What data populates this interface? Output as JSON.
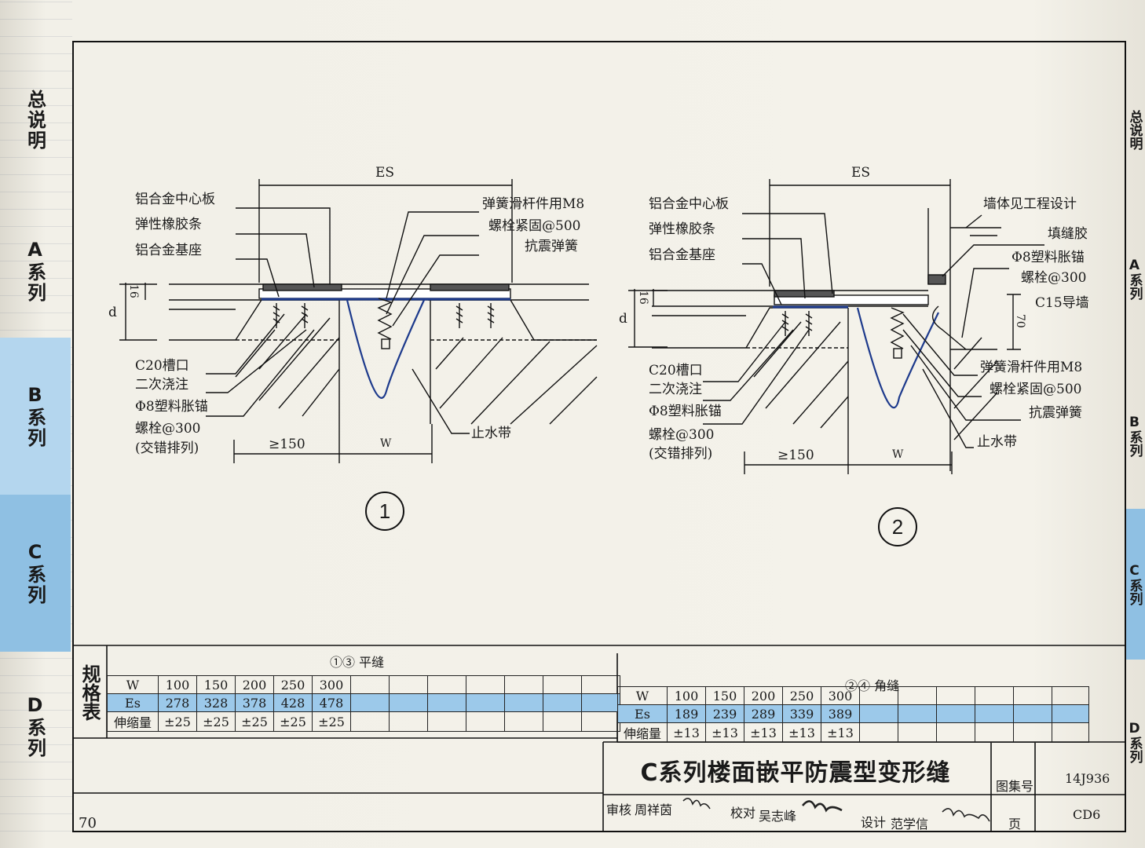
{
  "side_tabs_left": [
    {
      "label": "总说明"
    },
    {
      "label": "A系列"
    },
    {
      "label": "B系列"
    },
    {
      "label": "C系列"
    },
    {
      "label": "D系列"
    }
  ],
  "side_tabs_right": [
    {
      "label": "总说明"
    },
    {
      "label": "A系列"
    },
    {
      "label": "B系列"
    },
    {
      "label": "C系列"
    },
    {
      "label": "D系列"
    }
  ],
  "detail1": {
    "number": "1",
    "dim_top": "ES",
    "dim_16": "16",
    "dim_d": "d",
    "dim_150": "≥150",
    "dim_w": "W",
    "labels_left": [
      "铝合金中心板",
      "弹性橡胶条",
      "铝合金基座",
      "C20槽口",
      "二次浇注",
      "Φ8塑料胀锚",
      "螺栓@300",
      "(交错排列)"
    ],
    "labels_right": [
      "弹簧滑杆件用M8",
      "螺栓紧固@500",
      "抗震弹簧",
      "止水带"
    ]
  },
  "detail2": {
    "number": "2",
    "dim_top": "ES",
    "dim_16": "16",
    "dim_d": "d",
    "dim_150": "≥150",
    "dim_w": "W",
    "dim_70": "70",
    "labels_left": [
      "铝合金中心板",
      "弹性橡胶条",
      "铝合金基座",
      "C20槽口",
      "二次浇注",
      "Φ8塑料胀锚",
      "螺栓@300",
      "(交错排列)"
    ],
    "labels_right": [
      "墙体见工程设计",
      "填缝胶",
      "Φ8塑料胀锚",
      "螺栓@300",
      "C15导墙",
      "弹簧滑杆件用M8",
      "螺栓紧固@500",
      "抗震弹簧",
      "止水带"
    ]
  },
  "spec_table": {
    "heading": "规格表",
    "flat": {
      "title": "①③ 平缝",
      "row_w": [
        "W",
        "100",
        "150",
        "200",
        "250",
        "300"
      ],
      "row_es": [
        "Es",
        "278",
        "328",
        "378",
        "428",
        "478"
      ],
      "row_exp": [
        "伸缩量",
        "±25",
        "±25",
        "±25",
        "±25",
        "±25"
      ]
    },
    "corner": {
      "title": "②④ 角缝",
      "row_w": [
        "W",
        "100",
        "150",
        "200",
        "250",
        "300"
      ],
      "row_es": [
        "Es",
        "189",
        "239",
        "289",
        "339",
        "389"
      ],
      "row_exp": [
        "伸缩量",
        "±13",
        "±13",
        "±13",
        "±13",
        "±13"
      ]
    }
  },
  "title_block": {
    "title": "C系列楼面嵌平防震型变形缝",
    "atlas_label": "图集号",
    "atlas_no": "14J936",
    "page_label": "页",
    "page_code": "CD6",
    "review_label": "审核",
    "review_name": "周祥茵",
    "check_label": "校对",
    "check_name": "吴志峰",
    "design_label": "设计",
    "design_name": "范学信"
  },
  "page_number": "70",
  "colors": {
    "tab_blue": "#8fc0e3",
    "highlight_row": "#9cc9ea",
    "ink": "#1a1a1a"
  }
}
